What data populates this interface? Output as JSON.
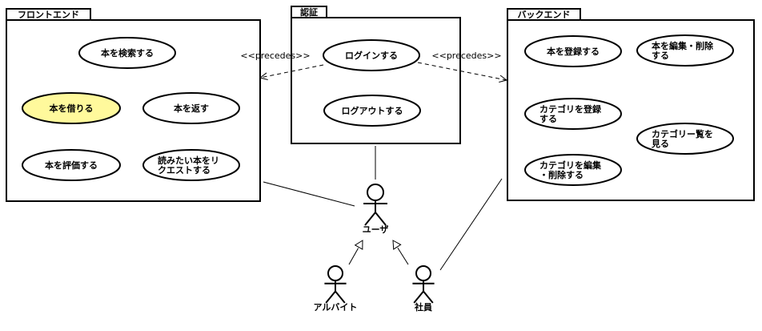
{
  "diagram": {
    "type": "use-case",
    "colors": {
      "stroke": "#000000",
      "background": "#ffffff",
      "highlight_fill": "#fff99c",
      "usecase_fill": "#ffffff"
    },
    "packages": [
      {
        "id": "frontend",
        "name": "フロントエンド",
        "use_cases": [
          {
            "id": "search-book",
            "lines": [
              "本を検索する"
            ],
            "highlighted": false
          },
          {
            "id": "borrow-book",
            "lines": [
              "本を借りる"
            ],
            "highlighted": true
          },
          {
            "id": "return-book",
            "lines": [
              "本を返す"
            ],
            "highlighted": false
          },
          {
            "id": "rate-book",
            "lines": [
              "本を評価する"
            ],
            "highlighted": false
          },
          {
            "id": "request-book",
            "lines": [
              "読みたい本をリ",
              "クエストする"
            ],
            "highlighted": false
          }
        ]
      },
      {
        "id": "auth",
        "name": "認証",
        "use_cases": [
          {
            "id": "login",
            "lines": [
              "ログインする"
            ],
            "highlighted": false
          },
          {
            "id": "logout",
            "lines": [
              "ログアウトする"
            ],
            "highlighted": false
          }
        ]
      },
      {
        "id": "backend",
        "name": "バックエンド",
        "use_cases": [
          {
            "id": "register-book",
            "lines": [
              "本を登録する"
            ],
            "highlighted": false
          },
          {
            "id": "edit-delete-book",
            "lines": [
              "本を編集・削除",
              "する"
            ],
            "highlighted": false
          },
          {
            "id": "register-category",
            "lines": [
              "カテゴリを登録",
              "する"
            ],
            "highlighted": false
          },
          {
            "id": "view-categories",
            "lines": [
              "カテゴリー覧を",
              "見る"
            ],
            "highlighted": false
          },
          {
            "id": "edit-delete-category",
            "lines": [
              "カテゴリを編集",
              "・削除する"
            ],
            "highlighted": false
          }
        ]
      }
    ],
    "dependencies": [
      {
        "from": "login",
        "to": "frontend",
        "stereotype": "<<precedes>>"
      },
      {
        "from": "login",
        "to": "backend",
        "stereotype": "<<precedes>>"
      }
    ],
    "actors": [
      {
        "id": "user",
        "name": "ユーザ"
      },
      {
        "id": "part-timer",
        "name": "アルバイト"
      },
      {
        "id": "employee",
        "name": "社員"
      }
    ],
    "associations": [
      {
        "actor": "user",
        "target": "frontend"
      },
      {
        "actor": "user",
        "target": "auth"
      },
      {
        "actor": "employee",
        "target": "backend"
      }
    ],
    "generalizations": [
      {
        "child": "part-timer",
        "parent": "user"
      },
      {
        "child": "employee",
        "parent": "user"
      }
    ]
  }
}
